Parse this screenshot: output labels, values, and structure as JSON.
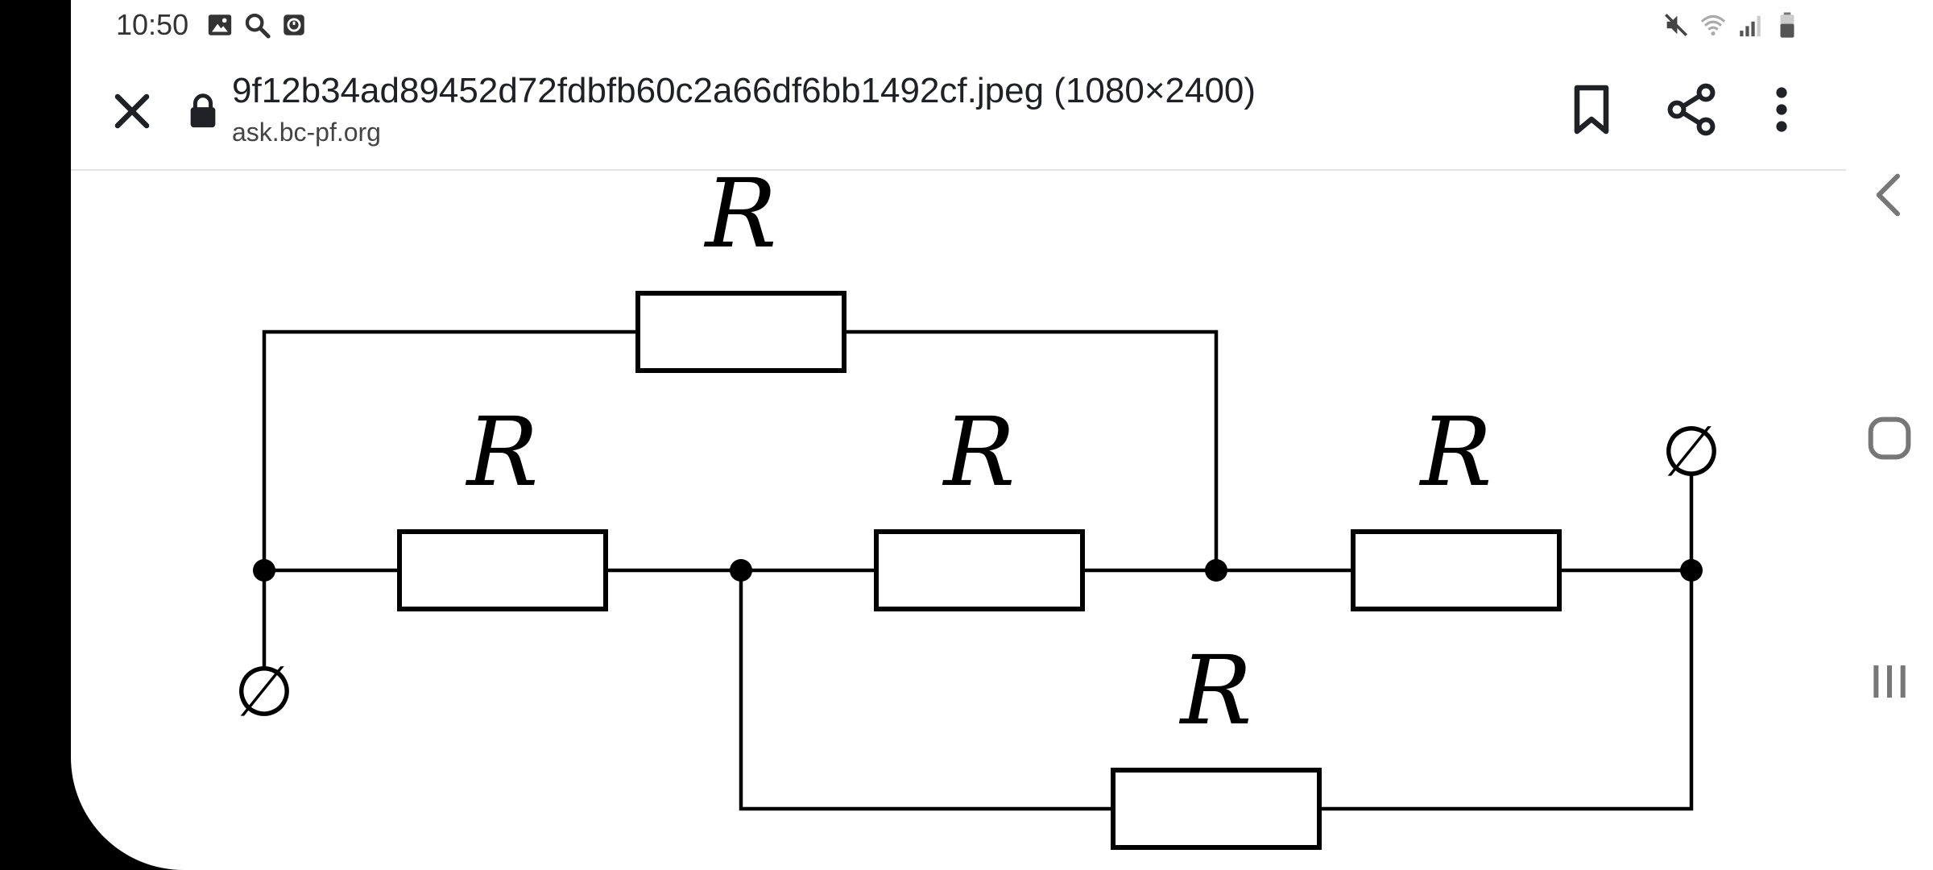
{
  "status_bar": {
    "time": "10:50",
    "left_icons": [
      "image-icon",
      "search-icon",
      "timer-icon"
    ],
    "right_icons": [
      "mute-icon",
      "wifi-icon",
      "signal-icon",
      "battery-icon"
    ]
  },
  "app_bar": {
    "title": "9f12b34ad89452d72fdbfb60c2a66df6bb1492cf.jpeg (1080×2400)",
    "url": "ask.bc-pf.org",
    "actions": [
      "close-icon",
      "lock-icon",
      "bookmark-icon",
      "share-icon",
      "more-vert-icon"
    ]
  },
  "image": {
    "resistor_labels": [
      "R",
      "R",
      "R",
      "R",
      "R"
    ],
    "terminal_symbols": [
      "∅",
      "∅"
    ]
  },
  "nav_bar": {
    "buttons": [
      "back-icon",
      "home-icon",
      "recents-icon"
    ]
  },
  "colors": {
    "background": "#ffffff",
    "frame": "#000000",
    "text": "#202124",
    "line": "#000000"
  }
}
